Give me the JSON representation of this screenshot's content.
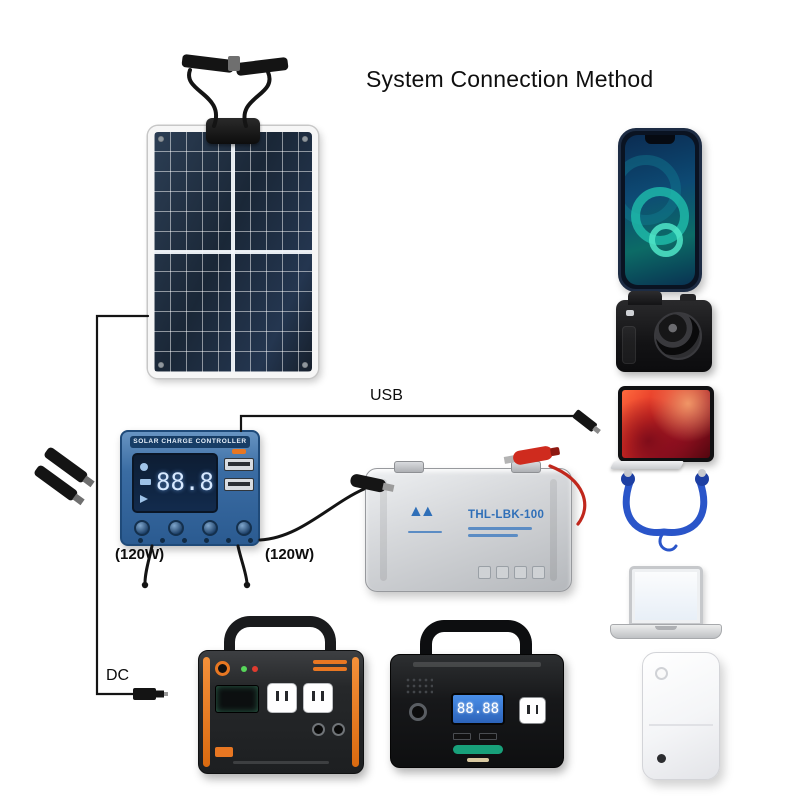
{
  "title": "System Connection Method",
  "labels": {
    "usb": "USB",
    "watt_left": "(120W)",
    "watt_right": "(120W)",
    "dc": "DC"
  },
  "controller": {
    "header": "SOLAR CHARGE CONTROLLER",
    "lcd": "88.8"
  },
  "battery": {
    "model": "THL-LBK-100",
    "logo": "▲▲"
  },
  "power_station_black": {
    "lcd": "88.88"
  },
  "colors": {
    "accent_orange": "#e87722",
    "controller_blue": "#3a6ca3",
    "earphone_blue": "#2a55c9",
    "battery_text_blue": "#2f6fb8",
    "lcd_blue": "#2c63ba",
    "clip_red": "#cf2b1e",
    "wire_black": "#141414"
  }
}
